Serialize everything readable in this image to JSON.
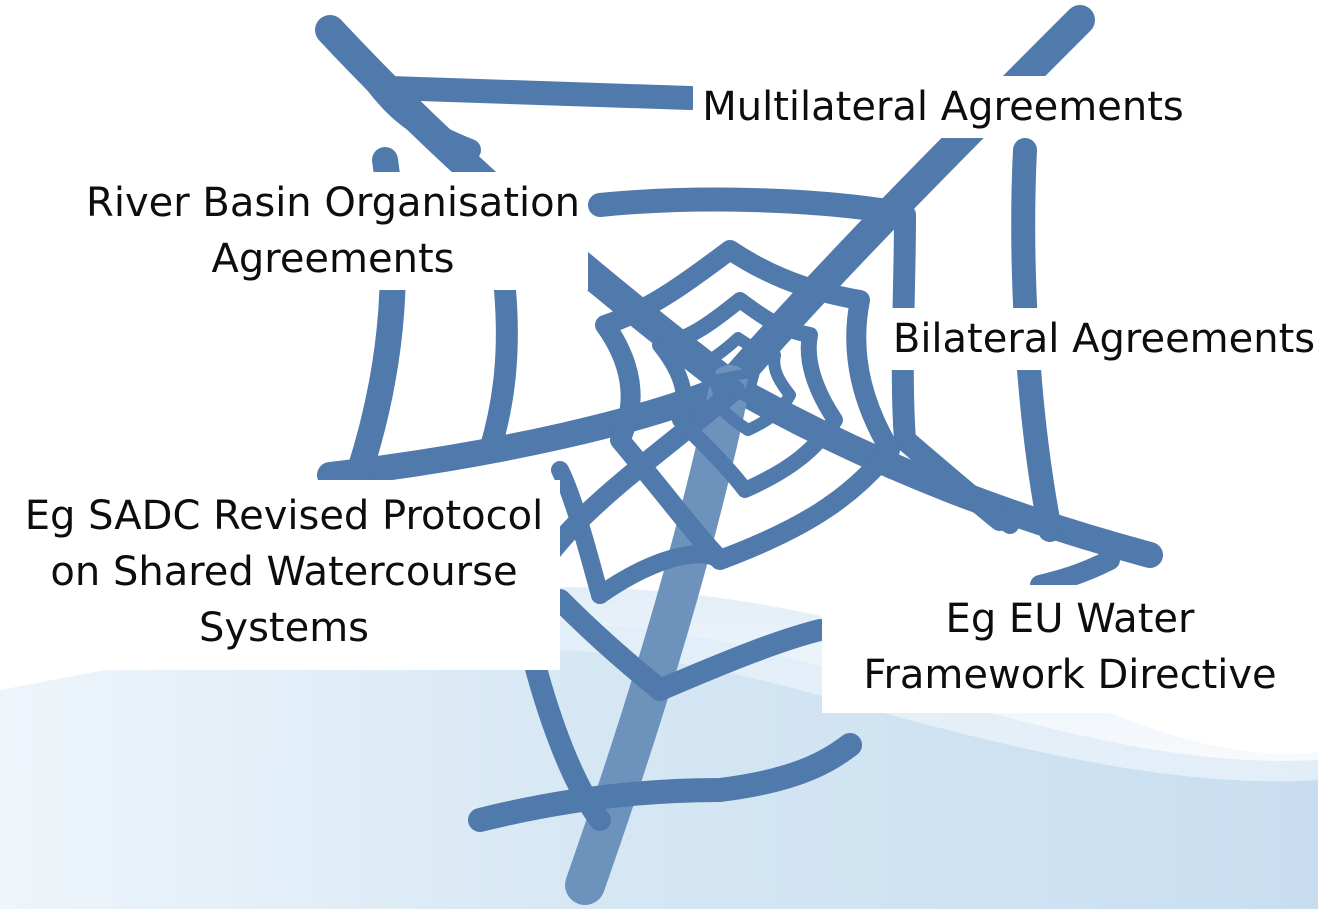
{
  "diagram": {
    "labels": {
      "multilateral": [
        "Multilateral Agreements"
      ],
      "river_basin": [
        "River Basin Organisation",
        "Agreements"
      ],
      "bilateral": [
        "Bilateral Agreements"
      ],
      "sadc_example": [
        "Eg SADC Revised Protocol",
        "on Shared Watercourse",
        "Systems"
      ],
      "eu_example": [
        "Eg EU Water",
        "Framework Directive"
      ]
    },
    "colors": {
      "web_strand": "#4f7aab",
      "web_strand_light": "#6d93bd",
      "wave_light": "#e3eef7",
      "wave_mid": "#cfe2f1",
      "text": "#0d0d0d"
    },
    "icon": "spider-web-icon"
  }
}
